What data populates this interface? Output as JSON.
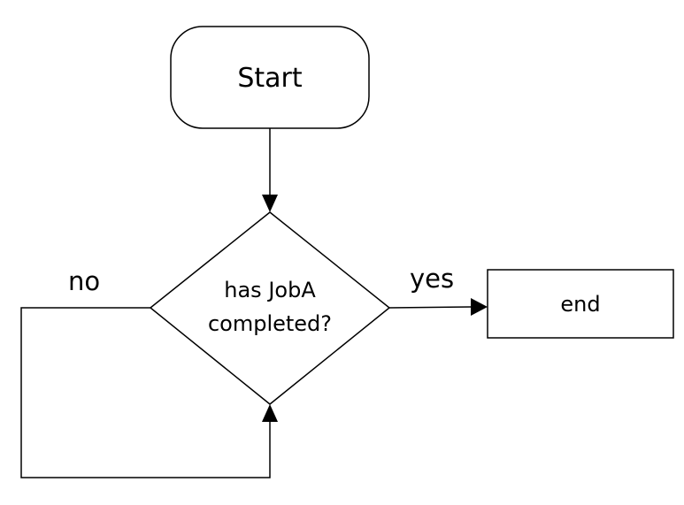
{
  "diagram": {
    "type": "flowchart",
    "nodes": {
      "start": {
        "label": "Start",
        "shape": "rounded-rectangle"
      },
      "decision": {
        "line1": "has JobA",
        "line2": "completed?",
        "shape": "diamond"
      },
      "end": {
        "label": "end",
        "shape": "rectangle"
      }
    },
    "edges": {
      "start_to_decision": {
        "from": "start",
        "to": "decision",
        "label": ""
      },
      "yes": {
        "from": "decision",
        "to": "end",
        "label": "yes"
      },
      "no": {
        "from": "decision",
        "to": "decision",
        "label": "no"
      }
    },
    "colors": {
      "stroke": "#000000",
      "fill": "#ffffff",
      "text": "#000000"
    }
  }
}
